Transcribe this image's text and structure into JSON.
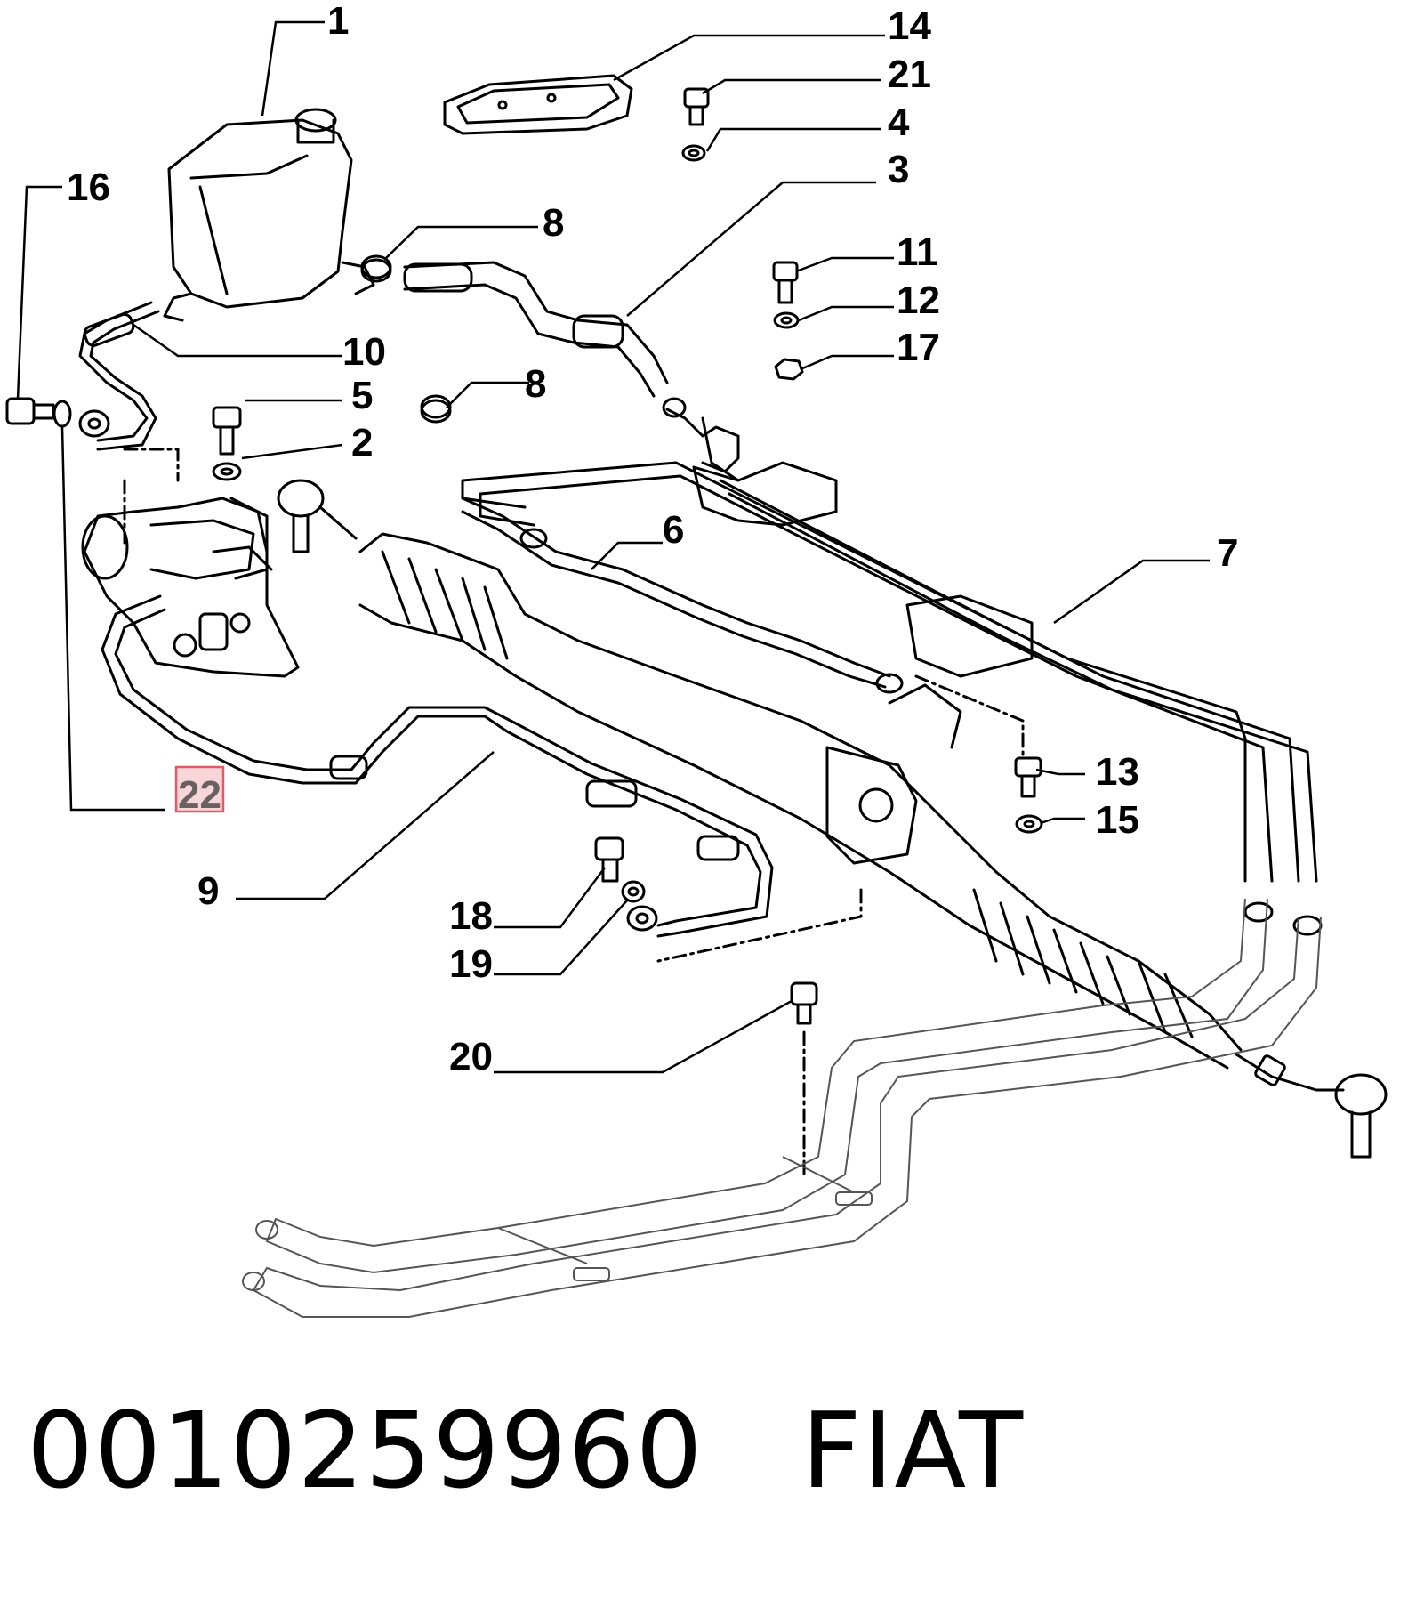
{
  "callouts": {
    "c1": "1",
    "c2": "2",
    "c3": "3",
    "c4": "4",
    "c5": "5",
    "c6": "6",
    "c7": "7",
    "c8a": "8",
    "c8b": "8",
    "c9": "9",
    "c10": "10",
    "c11": "11",
    "c12": "12",
    "c13": "13",
    "c14": "14",
    "c15": "15",
    "c16": "16",
    "c17": "17",
    "c18": "18",
    "c19": "19",
    "c20": "20",
    "c21": "21",
    "c22": "22"
  },
  "highlighted_callout": "22",
  "highlight_color": "#e05a6a",
  "footer": {
    "part_number": "0010259960",
    "brand": "FIAT"
  }
}
